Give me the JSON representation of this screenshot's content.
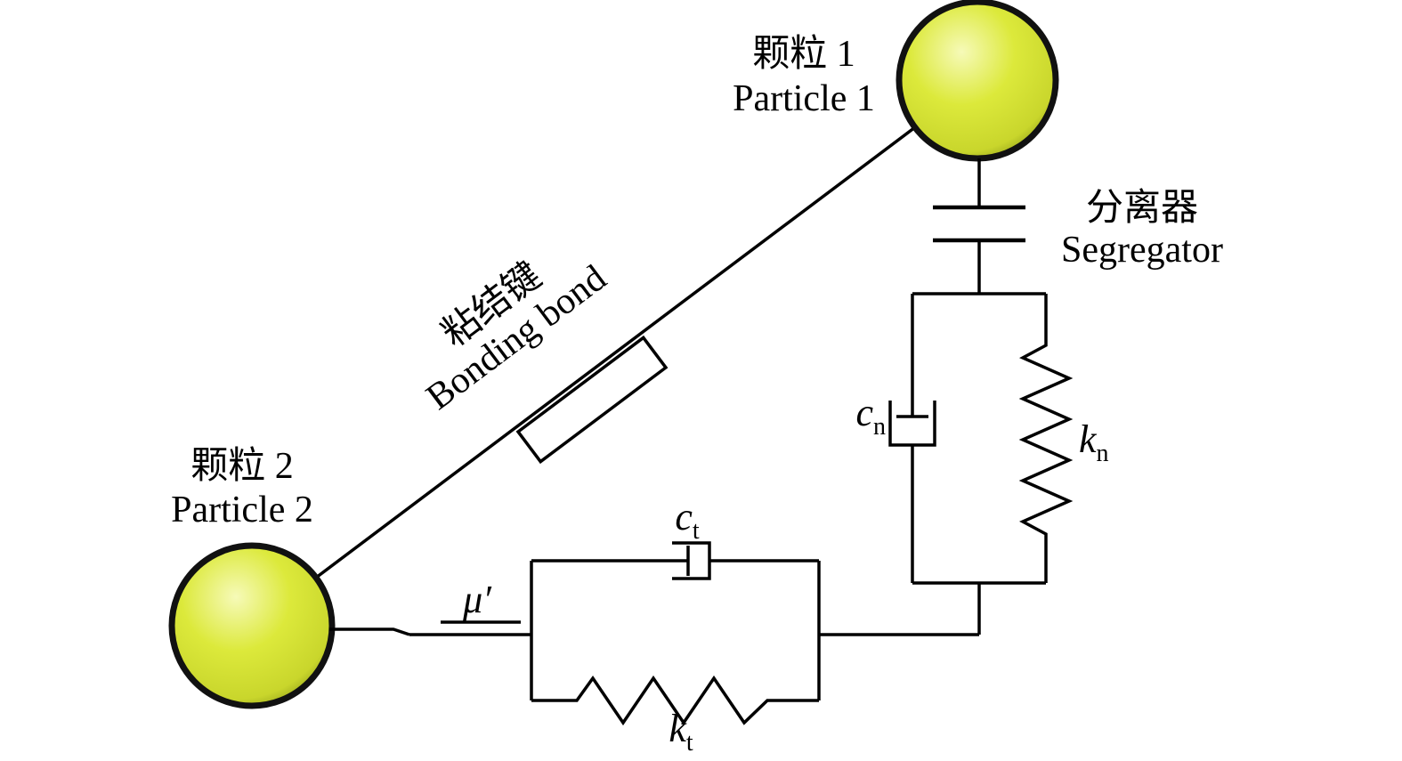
{
  "colors": {
    "background": "#ffffff",
    "line": "#000000",
    "particle_highlight": "#f6fab8",
    "particle_mid": "#dce93b",
    "particle_edge": "#c9d62c",
    "particle_rim": "#93a118",
    "outline": "#111111"
  },
  "particle1": {
    "label_zh": "颗粒 1",
    "label_en": "Particle 1"
  },
  "particle2": {
    "label_zh": "颗粒 2",
    "label_en": "Particle 2"
  },
  "bonding_bond": {
    "label_zh": "粘结键",
    "label_en": "Bonding bond"
  },
  "segregator": {
    "label_zh": "分离器",
    "label_en": "Segregator"
  },
  "normal_damper": {
    "base": "c",
    "sub": "n"
  },
  "normal_spring": {
    "base": "k",
    "sub": "n"
  },
  "tangential_damper": {
    "base": "c",
    "sub": "t"
  },
  "tangential_spring": {
    "base": "k",
    "sub": "t"
  },
  "friction_coefficient": {
    "label": "μ′"
  }
}
